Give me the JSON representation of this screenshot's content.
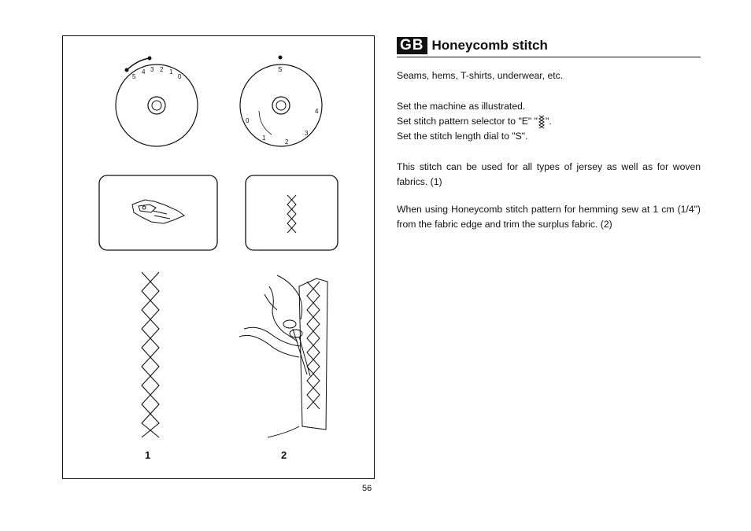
{
  "language_badge": "GB",
  "title": "Honeycomb stitch",
  "paragraphs": {
    "uses": "Seams, hems, T-shirts, underwear, etc.",
    "step1": "Set the machine as illustrated.",
    "step2_before": "Set stitch pattern selector to \"E\" \"",
    "step2_after": "\".",
    "step3": "Set the stitch length dial to \"S\".",
    "jersey": "This stitch can be used for all types of jersey as well as for woven fabrics. (1)",
    "hemming": "When using Honeycomb stitch pattern for hemming sew at 1 cm (1/4\") from the fabric edge and trim the surplus fabric. (2)"
  },
  "figures": {
    "label_1": "1",
    "label_2": "2",
    "width_dial_marks": [
      "5",
      "4",
      "3",
      "2",
      "1",
      "0"
    ],
    "length_dial_marks": [
      "S",
      "4",
      "3",
      "2",
      "1",
      "0"
    ]
  },
  "page_number": "56",
  "icons": [
    "presser-foot-icon",
    "honeycomb-stitch-icon",
    "scissors-icon"
  ]
}
